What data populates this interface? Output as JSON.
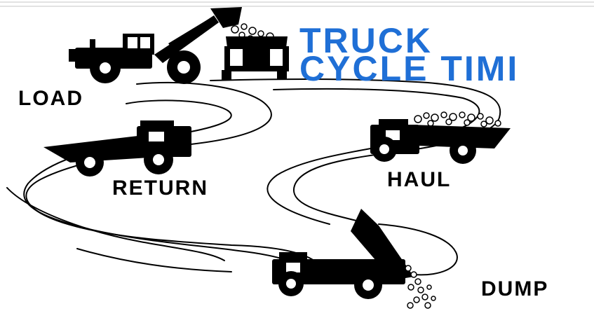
{
  "title": {
    "line1": "TRUCK",
    "line2": "CYCLE TIMI"
  },
  "labels": {
    "load": "LOAD",
    "return": "RETURN",
    "haul": "HAUL",
    "dump": "DUMP"
  },
  "colors": {
    "title": "#1f6fd6",
    "ink": "#000000",
    "background": "#ffffff"
  },
  "icons": [
    "wheel-loader-icon",
    "dump-truck-loading-icon",
    "dump-truck-empty-icon",
    "dump-truck-loaded-icon",
    "dump-truck-dumping-icon"
  ]
}
